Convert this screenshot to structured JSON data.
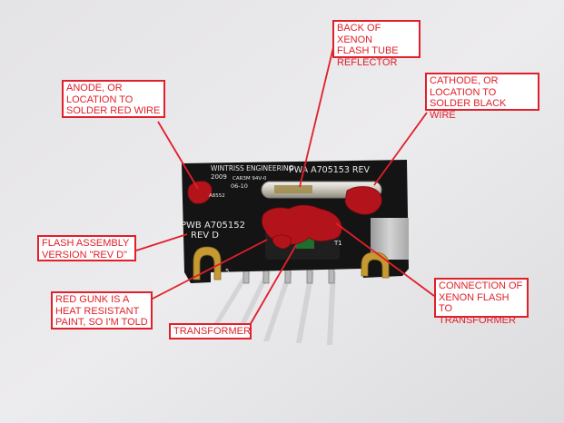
{
  "background_color": "#e9e8ea",
  "accent_color": "#e0202a",
  "callouts": {
    "reflector": "BACK OF XENON\nFLASH TUBE\nREFLECTOR",
    "anode": "ANODE, OR\nLOCATION TO\nSOLDER RED WIRE",
    "cathode": "CATHODE, OR\nLOCATION TO\nSOLDER BLACK WIRE",
    "version": "FLASH ASSEMBLY\nVERSION \"REV D\"",
    "gunk": "RED GUNK IS A\nHEAT RESISTANT\nPAINT, SO I'M TOLD",
    "transformer": "TRANSFORMER",
    "connection": "CONNECTION OF\nXENON FLASH TO\nTRANSFORMER"
  },
  "board": {
    "maker": "WINTRISS ENGINEERING",
    "pwa": "PWA  A705153 REV",
    "year": "2009",
    "material": "CAR3M 94V-0",
    "date_code": "06-10",
    "part_mark": "A8552",
    "pwb": "PWB A705152",
    "rev": "REV D",
    "t1": "T1",
    "pin5": "5"
  }
}
